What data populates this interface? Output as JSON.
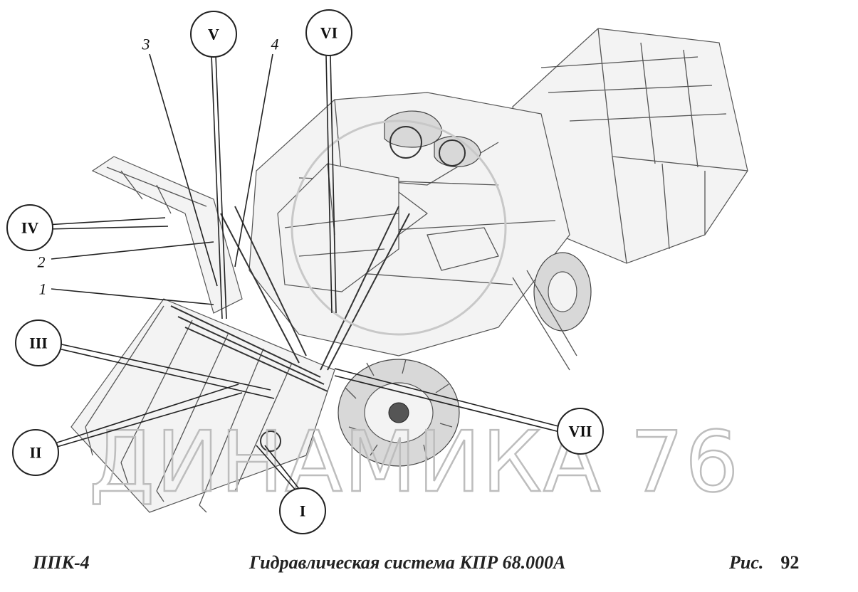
{
  "callouts": {
    "roman": [
      "I",
      "II",
      "III",
      "IV",
      "V",
      "VI",
      "VII"
    ],
    "numbers": [
      "1",
      "2",
      "3",
      "4"
    ]
  },
  "watermark": "ДИНАМИКА 76",
  "footer": {
    "left": "ППК-4",
    "center": "Гидравлическая система КПР 68.000А",
    "fig_label": "Рис.",
    "fig_number": "92"
  }
}
